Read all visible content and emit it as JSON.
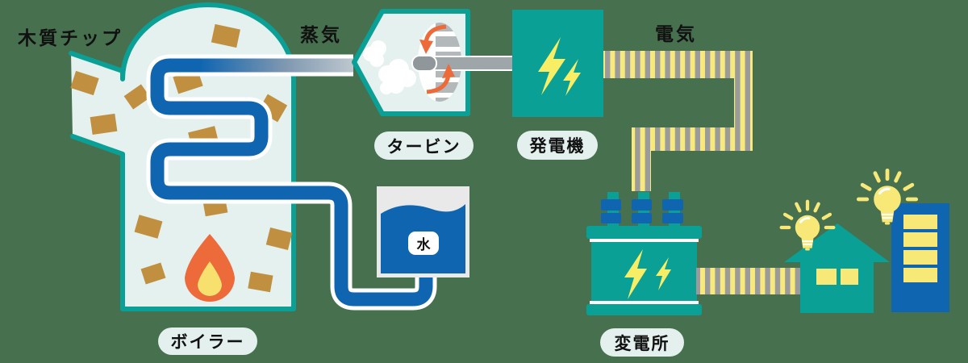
{
  "diagram": {
    "subject": "biomass-power-generation-process",
    "labels": {
      "wood_chips": "木質チップ",
      "steam": "蒸気",
      "electricity": "電気",
      "turbine": "タービン",
      "generator": "発電機",
      "water": "水",
      "boiler": "ボイラー",
      "substation": "変電所"
    },
    "flow_order": [
      "木質チップ",
      "ボイラー",
      "蒸気",
      "タービン",
      "発電機",
      "電気",
      "変電所"
    ],
    "icons": {
      "wood_chip": "wood-chip-icon",
      "flame": "flame-icon",
      "steam_cloud": "steam-cloud-icon",
      "rotation_arrow": "rotation-arrow-icon",
      "lightning_bolt": "lightning-bolt-icon",
      "light_bulb": "light-bulb-icon",
      "house": "house-icon",
      "building": "building-icon",
      "transformer": "transformer-icon",
      "water_tank": "water-tank-icon"
    },
    "colors": {
      "background": "#47704e",
      "teal": "#0aa096",
      "mint": "#e4f1ef",
      "pipe_blue": "#1065b1",
      "chip_brown": "#c08f40",
      "flame_orange": "#ed6a3a",
      "flame_core": "#f7e06e",
      "bolt_yellow": "#f8ee66",
      "stripe_yellow": "#f7e97d",
      "stripe_gray": "#9b9b9b",
      "bulb_yellow": "#f7e878",
      "tank_gray": "#e9e9e9",
      "shaft_gray": "#9fa6aa",
      "blade_gray": "#b3b8bb",
      "steam_fade": "#bcc6cd",
      "label_bg": "#e3f0ee",
      "text": "#111111"
    }
  }
}
